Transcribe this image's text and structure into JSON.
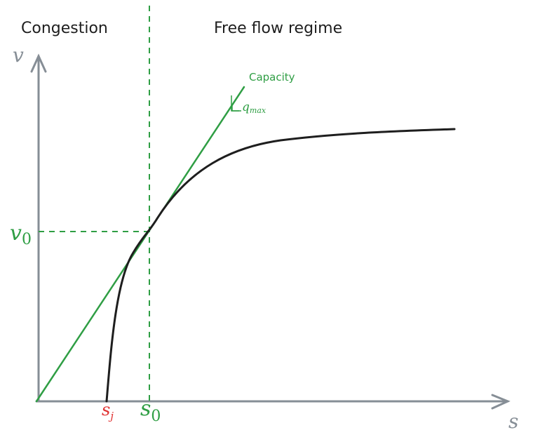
{
  "labels": {
    "congestion": "Congestion",
    "free_flow": "Free flow regime",
    "capacity": "Capacity",
    "q_max_base": "q",
    "q_max_sub": "max",
    "y_axis": "v",
    "x_axis": "s",
    "v0_base": "v",
    "v0_sub": "0",
    "sj_base": "s",
    "sj_sub": "j",
    "s0_base": "s",
    "s0_sub": "0"
  },
  "colors": {
    "axis": "#868e96",
    "green": "#2f9e44",
    "red": "#e03131",
    "curve": "#1e1e1e"
  }
}
